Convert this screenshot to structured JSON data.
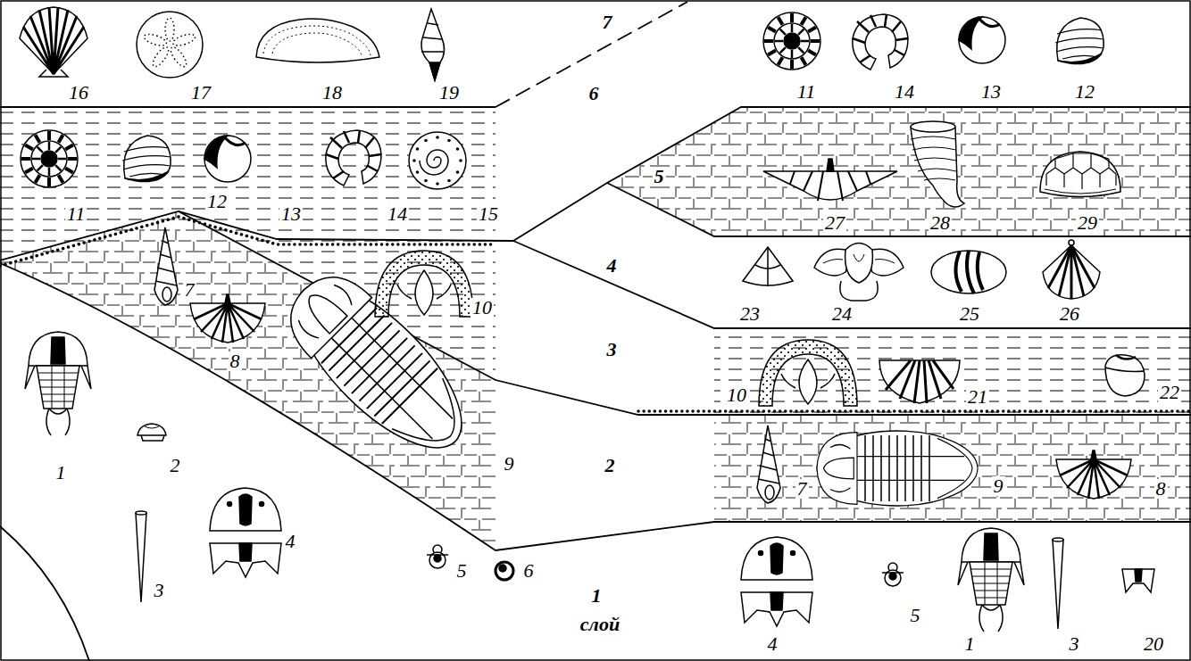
{
  "diagram": {
    "labels": [
      "16",
      "17",
      "18",
      "19",
      "7",
      "11",
      "14",
      "13",
      "12",
      "6",
      "11",
      "12",
      "13",
      "14",
      "15",
      "5",
      "27",
      "28",
      "29",
      "4",
      "7",
      "8",
      "10",
      "23",
      "24",
      "25",
      "26",
      "3",
      "10",
      "21",
      "22",
      "9",
      "2",
      "7",
      "9",
      "8",
      "1",
      "2",
      "3",
      "4",
      "5",
      "6",
      "1",
      "слой",
      "4",
      "5",
      "1",
      "3",
      "20"
    ]
  }
}
